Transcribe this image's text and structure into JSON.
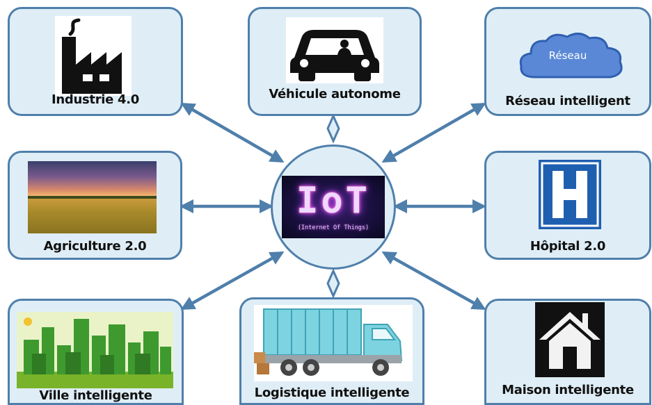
{
  "hub": {
    "title": "IoT",
    "subtitle": "(Internet Of Things)"
  },
  "nodes": [
    {
      "label": "Industrie 4.0",
      "icon": "factory-icon"
    },
    {
      "label": "Véhicule autonome",
      "icon": "car-icon"
    },
    {
      "label": "Réseau intelligent",
      "icon": "cloud-icon",
      "cloud_text": "Réseau"
    },
    {
      "label": "Agriculture 2.0",
      "icon": "field-image"
    },
    {
      "label": "Hôpital 2.0",
      "icon": "hospital-sign-icon"
    },
    {
      "label": "Ville intelligente",
      "icon": "city-icon"
    },
    {
      "label": "Logistique intelligente",
      "icon": "truck-icon"
    },
    {
      "label": "Maison intelligente",
      "icon": "house-icon"
    }
  ],
  "colors": {
    "box_fill": "#dfeef6",
    "box_border": "#4f7fab",
    "arrow": "#4f7fab",
    "hospital_blue": "#1f5fb0",
    "cloud_blue": "#5a88d6"
  }
}
